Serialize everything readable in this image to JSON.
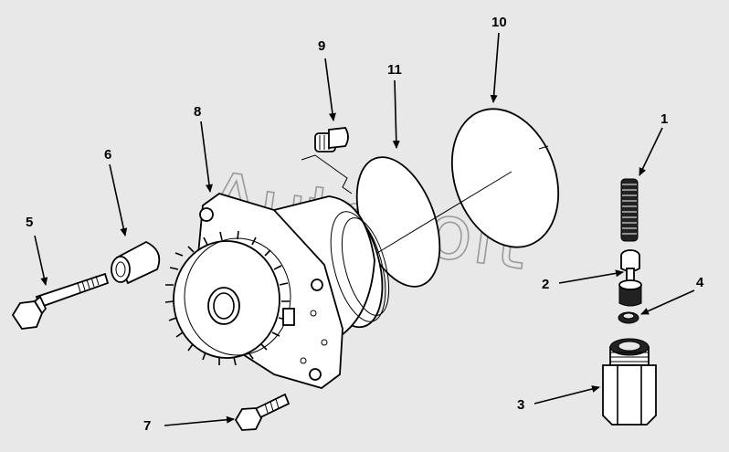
{
  "watermark": "AutoSoft",
  "colors": {
    "background": "#e8e8e8",
    "line": "#000000",
    "watermark": "#9a9a9a"
  },
  "callouts": [
    {
      "id": "1",
      "label": "1",
      "part": "spring"
    },
    {
      "id": "2",
      "label": "2",
      "part": "plunger"
    },
    {
      "id": "3",
      "label": "3",
      "part": "plug"
    },
    {
      "id": "4",
      "label": "4",
      "part": "washer"
    },
    {
      "id": "5",
      "label": "5",
      "part": "long-bolt"
    },
    {
      "id": "6",
      "label": "6",
      "part": "dowel-sleeve"
    },
    {
      "id": "7",
      "label": "7",
      "part": "short-bolt"
    },
    {
      "id": "8",
      "label": "8",
      "part": "pump-housing-gear"
    },
    {
      "id": "9",
      "label": "9",
      "part": "plug-screw"
    },
    {
      "id": "10",
      "label": "10",
      "part": "gasket-large"
    },
    {
      "id": "11",
      "label": "11",
      "part": "gasket-small"
    }
  ]
}
